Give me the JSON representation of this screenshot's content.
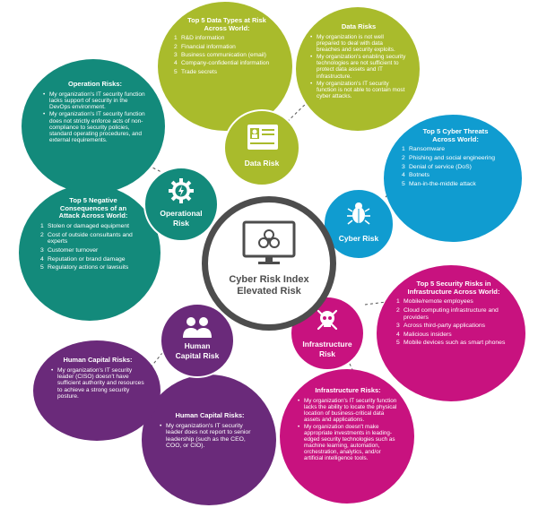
{
  "colors": {
    "green": "#a9bb2c",
    "cyan": "#109cd0",
    "magenta": "#c8127f",
    "purple": "#6a2a7a",
    "teal": "#138a7b",
    "hub": "#4d4d4d"
  },
  "center": {
    "title_line1": "Cyber Risk Index",
    "title_line2": "Elevated Risk",
    "icon": "biohazard-monitor-icon"
  },
  "nodes": {
    "data_risk": {
      "label": "Data Risk",
      "icon": "id-card-icon"
    },
    "cyber_risk": {
      "label": "Cyber Risk",
      "icon": "bug-icon"
    },
    "infrastructure_risk": {
      "label_line1": "Infrastructure",
      "label_line2": "Risk",
      "icon": "skull-icon"
    },
    "human_capital_risk": {
      "label_line1": "Human",
      "label_line2": "Capital Risk",
      "icon": "people-icon"
    },
    "operational_risk": {
      "label_line1": "Operational",
      "label_line2": "Risk",
      "icon": "gear-bolt-icon"
    }
  },
  "bubbles": {
    "top5_data_types": {
      "title": "Top 5 Data Types at Risk Across World:",
      "items": [
        "R&D information",
        "Financial information",
        "Business communication (email)",
        "Company-confidential information",
        "Trade secrets"
      ]
    },
    "data_risks": {
      "title": "Data Risks",
      "items": [
        "My organization is not well prepared to deal with data breaches and security exploits.",
        "My organization's enabling security technologies are not sufficient to protect data assets and IT infrastructure.",
        "My organization's IT security function is not able to contain most cyber attacks."
      ]
    },
    "top5_cyber_threats": {
      "title": "Top 5 Cyber Threats Across World:",
      "items": [
        "Ransomware",
        "Phishing and social engineering",
        "Denial of service (DoS)",
        "Botnets",
        "Man-in-the-middle attack"
      ]
    },
    "top5_security_risks": {
      "title": "Top 5 Security Risks in Infrastructure Across World:",
      "items": [
        "Mobile/remote employees",
        "Cloud computing infrastructure and providers",
        "Across third-party applications",
        "Malicious insiders",
        "Mobile devices such as smart phones"
      ]
    },
    "infrastructure_risks": {
      "title": "Infrastructure Risks:",
      "items": [
        "My organization's IT security function lacks the ability to locate the physical location of business-critical data assets and applications.",
        "My organization doesn't make appropriate investments in leading-edged security technologies such as machine learning, automation, orchestration, analytics, and/or artificial intelligence tools."
      ]
    },
    "human_capital_risks_right": {
      "title": "Human Capital Risks:",
      "items": [
        "My organization's IT security leader does not report to senior leadership (such as the CEO, COO, or CIO)."
      ]
    },
    "human_capital_risks_left": {
      "title": "Human Capital Risks:",
      "items": [
        "My organization's IT security leader (CISO) doesn't have sufficient authority and resources to achieve a strong security posture."
      ]
    },
    "top5_negative_consequences": {
      "title": "Top 5 Negative Consequences of an Attack Across World:",
      "items": [
        "Stolen or damaged equipment",
        "Cost of outside consultants and experts",
        "Customer turnover",
        "Reputation or brand damage",
        "Regulatory actions or lawsuits"
      ]
    },
    "operation_risks": {
      "title": "Operation Risks:",
      "items": [
        "My organization's IT security function lacks support of security in the DevOps environment.",
        "My organization's IT security function does not strictly enforce acts of non-compliance to security policies, standard operating procedures, and external requirements."
      ]
    }
  }
}
